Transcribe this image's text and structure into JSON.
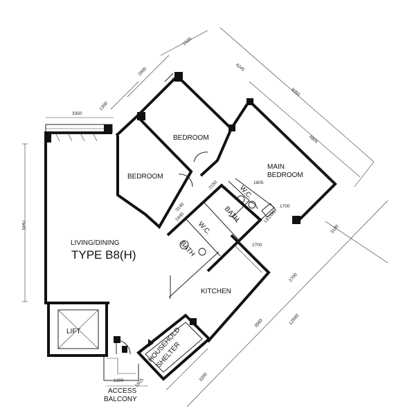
{
  "plan": {
    "type_label": "TYPE B8(H)",
    "rooms": {
      "living_dining": "LIVING/DINING",
      "bedroom_top": "BEDROOM",
      "bedroom_left": "BEDROOM",
      "main_bedroom_line1": "MAIN",
      "main_bedroom_line2": "BEDROOM",
      "kitchen": "KITCHEN",
      "bath1": "BATH",
      "wc1": "W.C.",
      "bath2": "BATH",
      "wc2": "W.C.",
      "lift": "LIFT",
      "household_shelter_line1": "HOUSEHOLD",
      "household_shelter_line2": "SHELTER",
      "access_balcony_line1": "ACCESS",
      "access_balcony_line2": "BALCONY",
      "ledge": "LEDGE"
    },
    "dimensions": {
      "d1525": "1525",
      "d4245": "4245",
      "d9050": "9050",
      "d2900": "2900",
      "d1300": "1300",
      "d3350": "3350",
      "d4805": "4805",
      "d7645": "7645",
      "d2150": "2150",
      "d1805": "1805",
      "d3140": "3140",
      "d2440": "2440",
      "d1700": "1700",
      "d2700a": "2700",
      "d3100": "3100",
      "d2700b": "2700",
      "d3580": "3580",
      "d12580": "12580",
      "d3200": "3200",
      "d1390": "1390",
      "d1815": "1815"
    }
  }
}
